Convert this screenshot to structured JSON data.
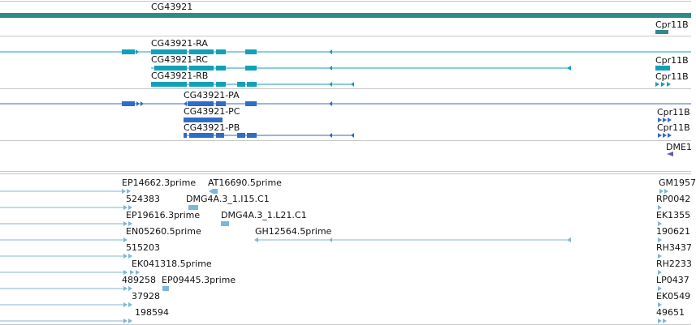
{
  "colors": {
    "gene": "#2e8b8b",
    "transcript": "#11a0b8",
    "protein": "#2e6cc8",
    "est": "#7fb6d8",
    "other": "#6a55b0",
    "border": "#c8c8c8"
  },
  "gene_track": {
    "labels": [
      "CG43921",
      "Cpr11B"
    ]
  },
  "transcript_track": {
    "labels": [
      "CG43921-RA",
      "CG43921-RC",
      "CG43921-RB",
      "Cpr11B",
      "Cpr11B"
    ]
  },
  "protein_track": {
    "labels": [
      "CG43921-PA",
      "CG43921-PC",
      "CG43921-PB",
      "Cpr11B",
      "Cpr11B"
    ]
  },
  "other_track": {
    "labels": [
      "DME1"
    ]
  },
  "est_track": {
    "rows": [
      [
        "EP14662.3prime",
        "AT16690.5prime",
        "GM1957"
      ],
      [
        "524383",
        "DMG4A.3_1.I15.C1",
        "RP0042"
      ],
      [
        "EP19616.3prime",
        "DMG4A.3_1.L21.C1",
        "EK1355"
      ],
      [
        "EN05260.5prime",
        "GH12564.5prime",
        "190621"
      ],
      [
        "515203",
        "RH3437"
      ],
      [
        "EK041318.5prime",
        "RH2233"
      ],
      [
        "489258",
        "EP09445.3prime",
        "LP0437"
      ],
      [
        "37928",
        "EK0549"
      ],
      [
        "198594",
        "49651"
      ]
    ]
  }
}
